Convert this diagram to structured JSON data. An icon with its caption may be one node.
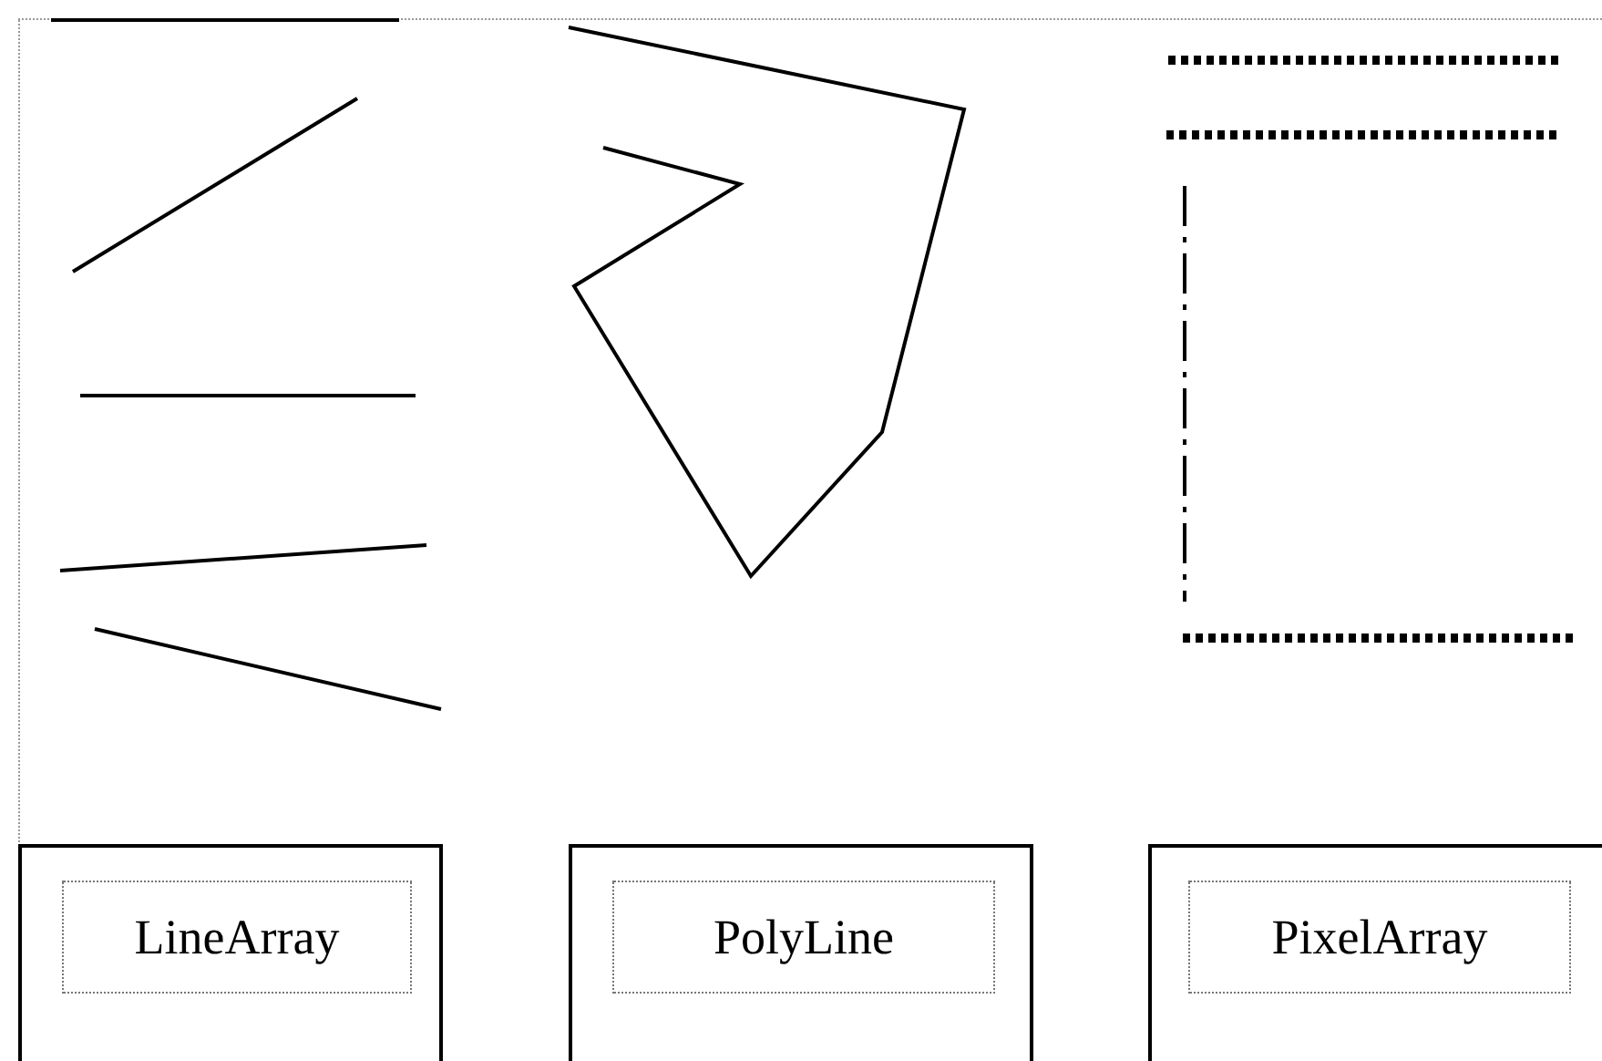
{
  "diagram": {
    "nodes": [
      {
        "text": [
          "LineArray"
        ]
      },
      {
        "text": [
          "PolyLine"
        ]
      },
      {
        "text": [
          "PixelArray"
        ]
      }
    ]
  }
}
